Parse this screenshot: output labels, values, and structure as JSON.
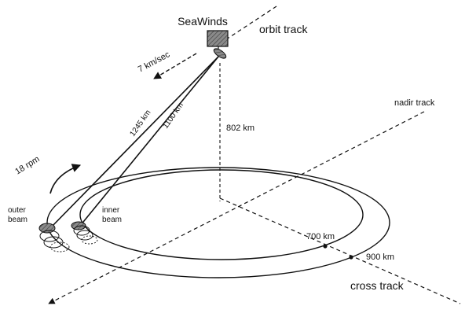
{
  "diagram": {
    "title": "SeaWinds",
    "labels": {
      "orbit_track": "orbit track",
      "nadir_track": "nadir track",
      "cross_track": "cross track",
      "velocity": "7 km/sec",
      "rotation": "18 rpm",
      "altitude": "802 km",
      "outer_slant": "1245 km",
      "inner_slant": "1100 km",
      "outer_beam_line1": "outer",
      "outer_beam_line2": "beam",
      "inner_beam_line1": "inner",
      "inner_beam_line2": "beam",
      "inner_radius": "700 km",
      "outer_radius": "900 km"
    },
    "colors": {
      "stroke": "#111111",
      "instrument_fill": "#7f7f7f",
      "footprint_fill": "#9a9a9a"
    }
  }
}
